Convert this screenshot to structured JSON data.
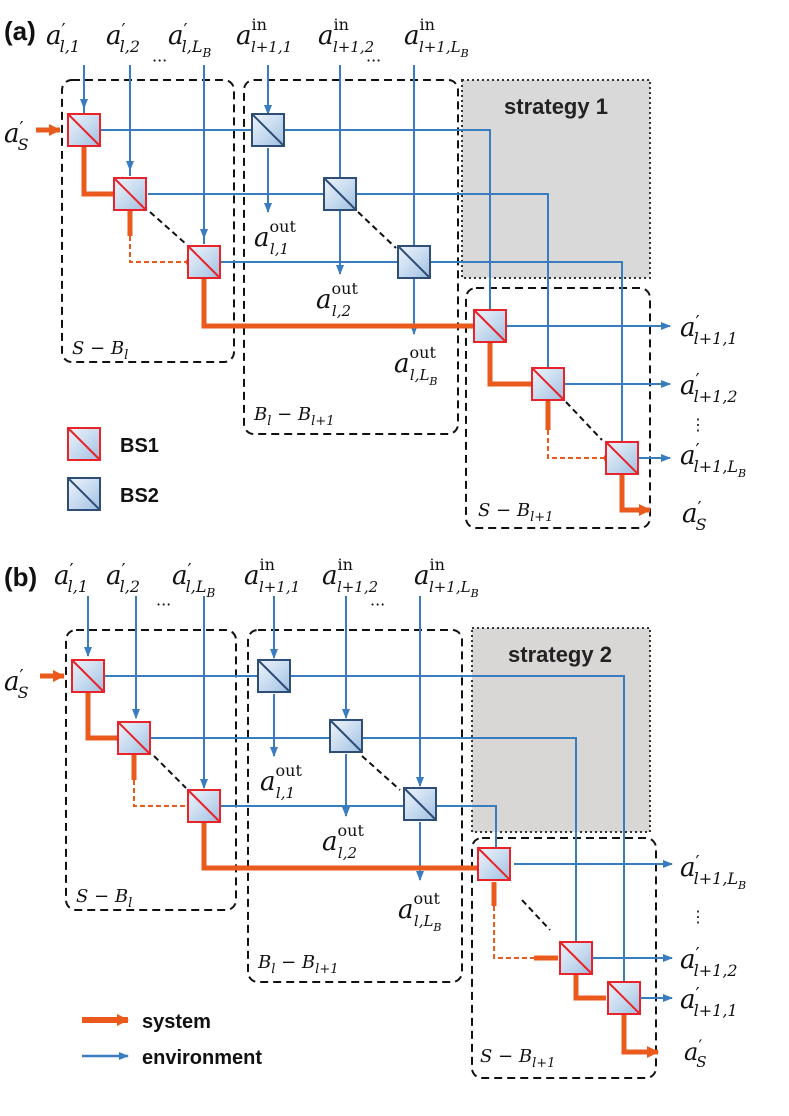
{
  "panel_a": {
    "tag": "(a)",
    "strategy_label": "strategy 1",
    "box_s_bl": "S − B",
    "box_s_bl_sub": "l",
    "box_bl_bl1": "B",
    "box_bl_bl1_mid": " − B",
    "box_bl_bl1_sub1": "l",
    "box_bl_bl1_sub2": "l+1",
    "box_s_bl1": "S − B",
    "box_s_bl1_sub": "l+1"
  },
  "panel_b": {
    "tag": "(b)",
    "strategy_label": "strategy 2"
  },
  "symbols": {
    "a": "a",
    "prime": "′",
    "in": "in",
    "out": "out",
    "sub_l1": "l,1",
    "sub_l2": "l,2",
    "sub_lL": "l,L",
    "sub_B": "B",
    "sub_l11": "l+1,1",
    "sub_l12": "l+1,2",
    "sub_l1L": "l+1,L",
    "sub_S": "S",
    "dots_h": "···",
    "dots_v": "⋮"
  },
  "legend": {
    "bs1": "BS1",
    "bs2": "BS2",
    "system": "system",
    "environment": "environment"
  },
  "colors": {
    "system": "#ea5a1c",
    "environment": "#3a7cc0",
    "bs1_border": "#e8232a",
    "bs2_border": "#2e4d77",
    "strategy_fill": "#d9d9d9"
  }
}
